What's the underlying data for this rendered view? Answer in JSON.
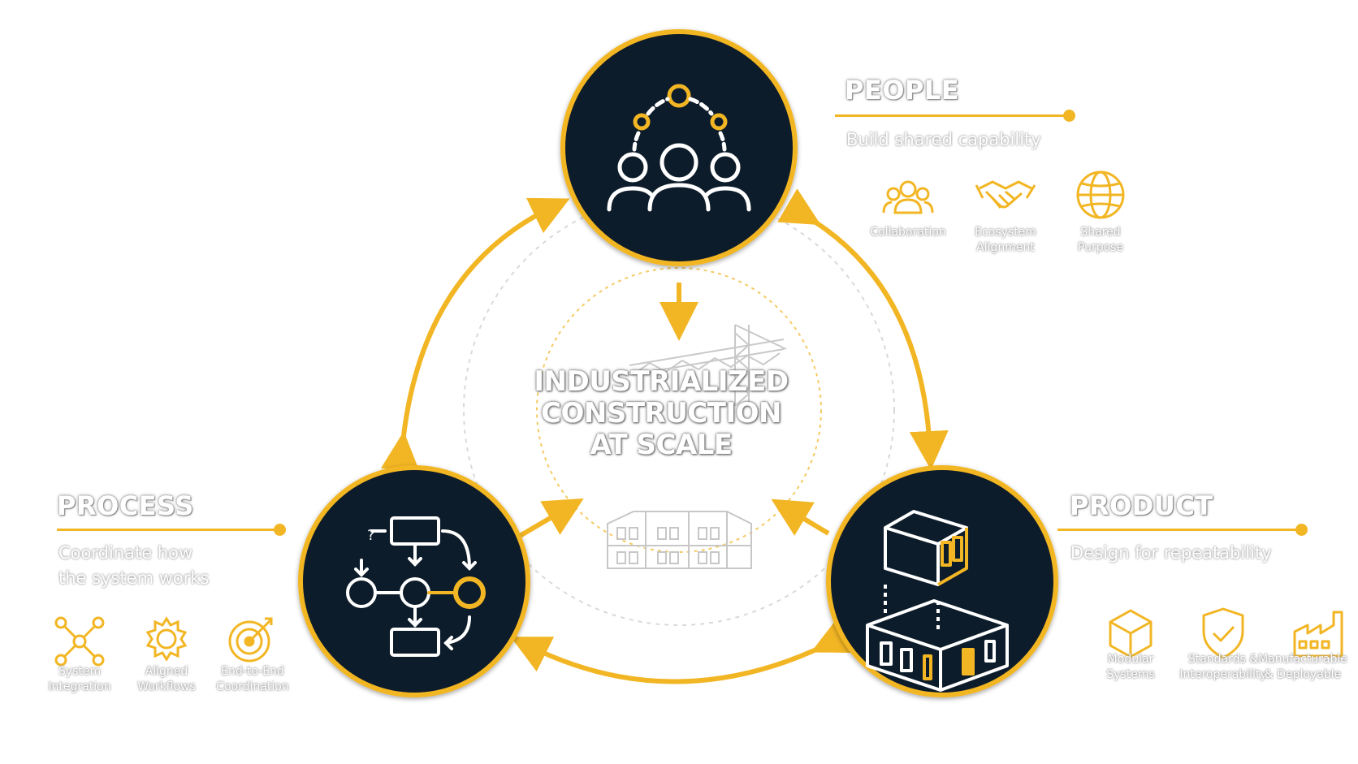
{
  "center": {
    "line1": "INDUSTRIALIZED",
    "line2": "CONSTRUCTION",
    "line3": "AT SCALE"
  },
  "people": {
    "title": "PEOPLE",
    "subtitle": "Build shared capability",
    "items": [
      {
        "label_line1": "Collaboration",
        "label_line2": "",
        "icon": "group-icon"
      },
      {
        "label_line1": "Ecosystem",
        "label_line2": "Alignment",
        "icon": "handshake-icon"
      },
      {
        "label_line1": "Shared",
        "label_line2": "Purpose",
        "icon": "globe-icon"
      }
    ]
  },
  "process": {
    "title": "PROCESS",
    "subtitle_line1": "Coordinate how",
    "subtitle_line2": "the system works",
    "items": [
      {
        "label_line1": "System",
        "label_line2": "Integration",
        "icon": "network-icon"
      },
      {
        "label_line1": "Aligned",
        "label_line2": "Workflows",
        "icon": "gear-icon"
      },
      {
        "label_line1": "End-to-End",
        "label_line2": "Coordination",
        "icon": "target-icon"
      }
    ]
  },
  "product": {
    "title": "PRODUCT",
    "subtitle": "Design for repeatability",
    "items": [
      {
        "label_line1": "Modular",
        "label_line2": "Systems",
        "icon": "cube-icon"
      },
      {
        "label_line1": "Standards &",
        "label_line2": "Interoperability",
        "icon": "shield-check-icon"
      },
      {
        "label_line1": "Manufacturable",
        "label_line2": "& Deployable",
        "icon": "factory-icon"
      }
    ]
  },
  "colors": {
    "accent": "#f2b624",
    "node_fill": "#111b2b",
    "node_ring": "#f2b624",
    "icon_stroke": "#ffffff"
  }
}
